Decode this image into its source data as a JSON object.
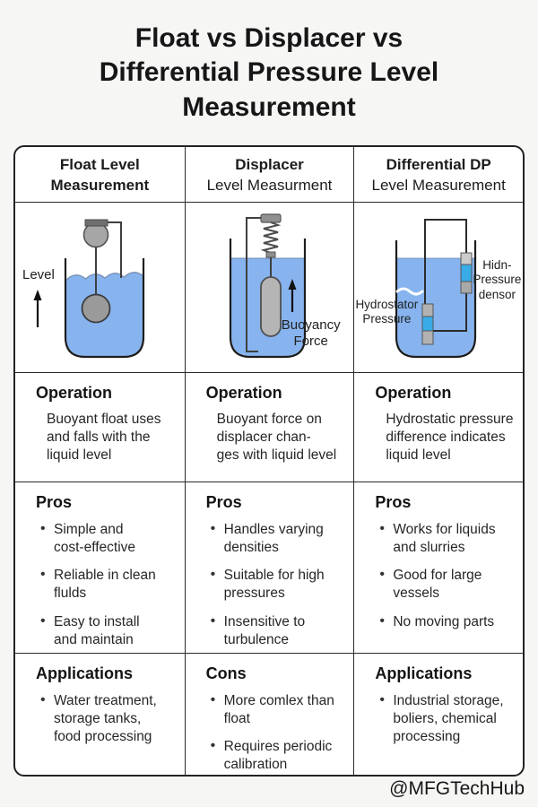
{
  "page": {
    "title": "Float vs Displacer vs\nDifferential Pressure Level\nMeasurement",
    "footer_handle": "@MFGTechHub"
  },
  "colors": {
    "background": "#F6F6F5",
    "table_background": "#FFFFFF",
    "border": "#222222",
    "liquid_blue": "#87B4EF",
    "sensor_blue": "#39ACE8",
    "metal_gray": "#A6A6A6",
    "text": "#1C1C1C"
  },
  "columns": [
    {
      "header": {
        "line1": "Float Level",
        "line2": "Measurement"
      },
      "diagram": {
        "labels": {
          "level": "Level"
        }
      },
      "operation": {
        "heading": "Operation",
        "text": "Buoyant float uses\nand falls with the\nliquid level"
      },
      "pros": {
        "heading": "Pros",
        "items": [
          "Simple and\ncost-effective",
          "Reliable in clean\nflulds",
          "Easy to install\nand maintain"
        ]
      },
      "bottom": {
        "heading": "Applications",
        "items": [
          "Water treatment,\nstorage tanks,\nfood processing"
        ]
      }
    },
    {
      "header": {
        "line1": "Displacer",
        "line2": "Level Measurment"
      },
      "diagram": {
        "labels": {
          "buoyancy": "Buoyancy\nForce"
        }
      },
      "operation": {
        "heading": "Operation",
        "text": "Buoyant force on\ndisplacer chan-\nges with liquid level"
      },
      "pros": {
        "heading": "Pros",
        "items": [
          "Handles varying\ndensities",
          "Suitable for high\npressures",
          "Insensitive to\nturbulence"
        ]
      },
      "bottom": {
        "heading": "Cons",
        "items": [
          "More comlex than\nfloat",
          "Requires periodic\ncalibration"
        ]
      }
    },
    {
      "header": {
        "line1": "Differential DP",
        "line2": "Level Measurement"
      },
      "diagram": {
        "labels": {
          "hydrostatic": "Hydrostator\nPressure",
          "sensor": "Hidn-\nPressure\ndensor"
        }
      },
      "operation": {
        "heading": "Operation",
        "text": "Hydrostatic pressure\ndifference indicates\nliquid level"
      },
      "pros": {
        "heading": "Pros",
        "items": [
          "Works for liquids\nand slurries",
          "Good for large\nvessels",
          "No moving parts"
        ]
      },
      "bottom": {
        "heading": "Applications",
        "items": [
          "Industrial storage,\nboliers, chemical\nprocessing"
        ]
      }
    }
  ]
}
